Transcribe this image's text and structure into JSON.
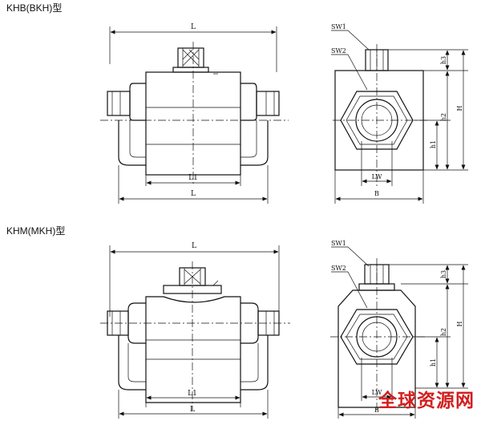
{
  "sections": [
    {
      "title": "KHB(BKH)型",
      "front_view": {
        "L_top": "L",
        "L1": "L1",
        "L_bottom": "L"
      },
      "side_view": {
        "SW1": "SW1",
        "SW2": "SW2",
        "h3": "h3",
        "h2": "h2",
        "h1": "h1",
        "H": "H",
        "LW": "LW",
        "B": "B"
      }
    },
    {
      "title": "KHM(MKH)型",
      "front_view": {
        "L_top": "L",
        "L1": "L1",
        "L_bottom": "L"
      },
      "side_view": {
        "SW1": "SW1",
        "SW2": "SW2",
        "h3": "h3",
        "h2": "h2",
        "h1": "h1",
        "H": "H",
        "LW": "LW",
        "B": "B"
      }
    }
  ],
  "watermark": "全球资源网",
  "colors": {
    "line": "#111111",
    "watermark": "#d21f1f",
    "background": "#ffffff"
  }
}
